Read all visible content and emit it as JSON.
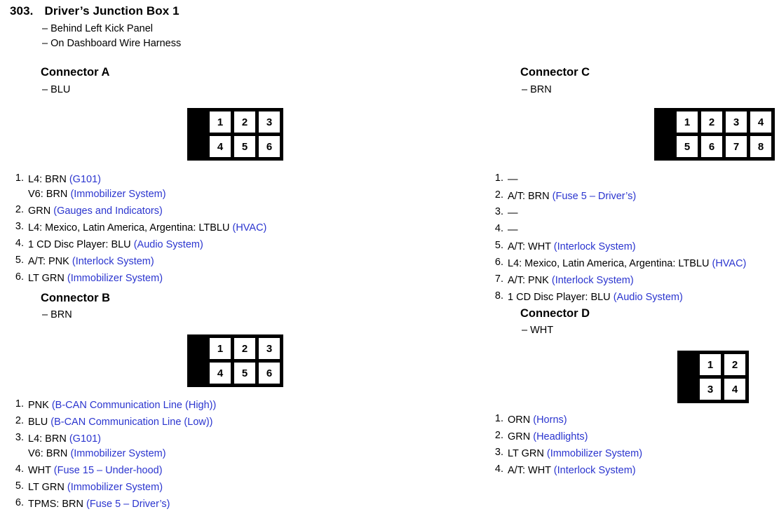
{
  "page": {
    "number": "303.",
    "title": "Driver’s Junction Box 1",
    "notes": [
      "– Behind Left Kick Panel",
      "– On Dashboard Wire Harness"
    ]
  },
  "ref_color": "#2b35cf",
  "connectors": [
    {
      "id": "a",
      "heading": "Connector A",
      "color_note": "– BLU",
      "diagram": {
        "columns": 3,
        "rows": 2,
        "pins": [
          "1",
          "2",
          "3",
          "4",
          "5",
          "6"
        ]
      },
      "pins": [
        {
          "index": "1.",
          "lines": [
            {
              "code": "L4: BRN ",
              "ref": "(G101)"
            },
            {
              "code": "V6: BRN ",
              "ref": "(Immobilizer System)"
            }
          ]
        },
        {
          "index": "2.",
          "lines": [
            {
              "code": "GRN ",
              "ref": "(Gauges and Indicators)"
            }
          ]
        },
        {
          "index": "3.",
          "lines": [
            {
              "code": "L4: Mexico, Latin America, Argentina: LTBLU  ",
              "ref": "(HVAC)"
            }
          ]
        },
        {
          "index": "4.",
          "lines": [
            {
              "code": "1 CD Disc Player: BLU ",
              "ref": "(Audio System)"
            }
          ]
        },
        {
          "index": "5.",
          "lines": [
            {
              "code": "A/T: PNK ",
              "ref": "(Interlock System)"
            }
          ]
        },
        {
          "index": "6.",
          "lines": [
            {
              "code": "LT GRN ",
              "ref": "(Immobilizer System)"
            }
          ]
        }
      ]
    },
    {
      "id": "b",
      "heading": "Connector B",
      "color_note": "– BRN",
      "diagram": {
        "columns": 3,
        "rows": 2,
        "pins": [
          "1",
          "2",
          "3",
          "4",
          "5",
          "6"
        ]
      },
      "pins": [
        {
          "index": "1.",
          "lines": [
            {
              "code": "PNK ",
              "ref": "(B-CAN Communication Line (High))"
            }
          ]
        },
        {
          "index": "2.",
          "lines": [
            {
              "code": "BLU ",
              "ref": "(B-CAN Communication Line (Low))"
            }
          ]
        },
        {
          "index": "3.",
          "lines": [
            {
              "code": "L4: BRN ",
              "ref": "(G101)"
            },
            {
              "code": "V6: BRN ",
              "ref": "(Immobilizer System)"
            }
          ]
        },
        {
          "index": "4.",
          "lines": [
            {
              "code": "WHT ",
              "ref": "(Fuse 15 – Under-hood)"
            }
          ]
        },
        {
          "index": "5.",
          "lines": [
            {
              "code": "LT GRN ",
              "ref": "(Immobilizer System)"
            }
          ]
        },
        {
          "index": "6.",
          "lines": [
            {
              "code": "TPMS: BRN ",
              "ref": "(Fuse 5 – Driver’s)"
            }
          ]
        }
      ]
    },
    {
      "id": "c",
      "heading": "Connector C",
      "color_note": "– BRN",
      "diagram": {
        "columns": 4,
        "rows": 2,
        "pins": [
          "1",
          "2",
          "3",
          "4",
          "5",
          "6",
          "7",
          "8"
        ]
      },
      "pins": [
        {
          "index": "1.",
          "lines": [
            {
              "code": "—",
              "ref": ""
            }
          ]
        },
        {
          "index": "2.",
          "lines": [
            {
              "code": "A/T: BRN ",
              "ref": "(Fuse 5 – Driver’s)"
            }
          ]
        },
        {
          "index": "3.",
          "lines": [
            {
              "code": "—",
              "ref": ""
            }
          ]
        },
        {
          "index": "4.",
          "lines": [
            {
              "code": "—",
              "ref": ""
            }
          ]
        },
        {
          "index": "5.",
          "lines": [
            {
              "code": "A/T: WHT ",
              "ref": "(Interlock System)"
            }
          ]
        },
        {
          "index": "6.",
          "lines": [
            {
              "code": "L4: Mexico, Latin America, Argentina: LTBLU  ",
              "ref": "(HVAC)"
            }
          ]
        },
        {
          "index": "7.",
          "lines": [
            {
              "code": "A/T: PNK ",
              "ref": "(Interlock System)"
            }
          ]
        },
        {
          "index": "8.",
          "lines": [
            {
              "code": "1 CD Disc Player: BLU ",
              "ref": "(Audio System)"
            }
          ]
        }
      ]
    },
    {
      "id": "d",
      "heading": "Connector D",
      "color_note": "– WHT",
      "diagram": {
        "columns": 2,
        "rows": 2,
        "pins": [
          "1",
          "2",
          "3",
          "4"
        ]
      },
      "pins": [
        {
          "index": "1.",
          "lines": [
            {
              "code": "ORN ",
              "ref": "(Horns)"
            }
          ]
        },
        {
          "index": "2.",
          "lines": [
            {
              "code": "GRN ",
              "ref": "(Headlights)"
            }
          ]
        },
        {
          "index": "3.",
          "lines": [
            {
              "code": "LT GRN ",
              "ref": "(Immobilizer System)"
            }
          ]
        },
        {
          "index": "4.",
          "lines": [
            {
              "code": "A/T: WHT ",
              "ref": "(Interlock System)"
            }
          ]
        }
      ]
    }
  ]
}
